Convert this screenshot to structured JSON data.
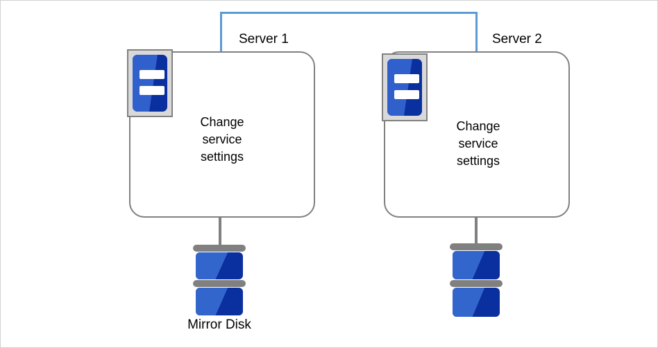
{
  "diagram": {
    "type": "cluster-mirror-disk-diagram",
    "background_color": "#ffffff",
    "frame_border_color": "#d0d0d0",
    "colors": {
      "bracket_blue": "#5b9bd5",
      "box_border_gray": "#808080",
      "icon_frame_gray": "#d9d9d9",
      "blue_light": "#3366cc",
      "blue_dark": "#0a2f9e",
      "text_black": "#000000"
    },
    "cluster_bracket": {
      "name": "cluster-link",
      "color": "#5b9bd5"
    },
    "nodes": [
      {
        "label": "Server 1",
        "icon": "server-icon",
        "body_text_lines": [
          "Change",
          "service",
          "settings"
        ],
        "storage": {
          "icon": "disk-stack-icon",
          "label": "Mirror Disk"
        }
      },
      {
        "label": "Server 2",
        "icon": "server-icon",
        "body_text_lines": [
          "Change",
          "service",
          "settings"
        ],
        "storage": {
          "icon": "disk-stack-icon",
          "label": ""
        }
      }
    ]
  }
}
